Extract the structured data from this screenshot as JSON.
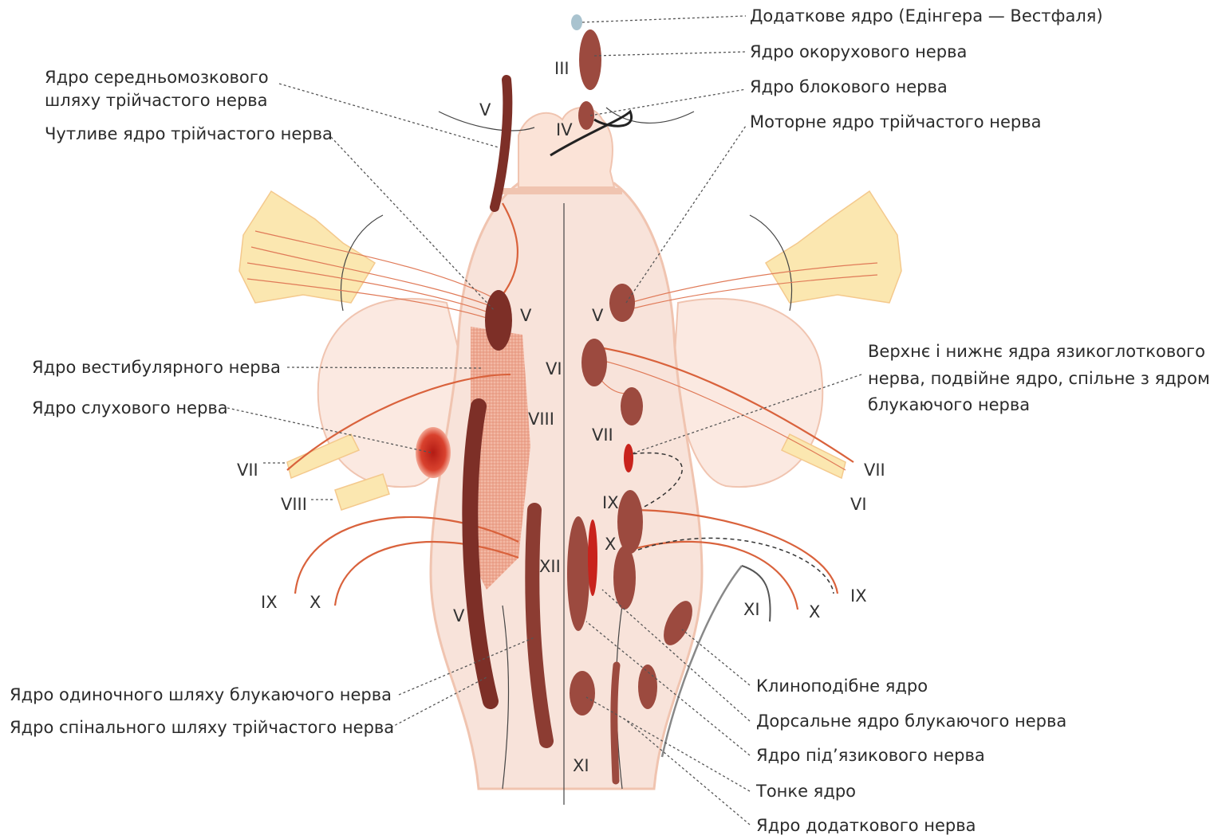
{
  "colors": {
    "brainstem_fill": "#f8e3da",
    "brainstem_edge": "#f0c4b0",
    "cerebellar_peduncle": "#fbe9e1",
    "nucleus": "#9c4a3f",
    "nucleus_dark": "#7d2f27",
    "nerve": "#d9623c",
    "nerve_root": "#fbe7b0",
    "accent_red": "#c8231c"
  },
  "labels": {
    "edinger_westphal": "Додаткове ядро (Едінгера — Вестфаля)",
    "oculomotor": "Ядро окорухового нерва",
    "trochlear": "Ядро блокового нерва",
    "trigeminal_motor": "Моторне ядро трійчастого нерва",
    "mesencephalic_line1": "Ядро середньомозкового",
    "mesencephalic_line2": "шляху трійчастого нерва",
    "trigeminal_sensory": "Чутливе ядро трійчастого нерва",
    "vestibular": "Ядро вестибулярного нерва",
    "cochlear": "Ядро слухового нерва",
    "glossopharyngeal_line1": "Верхнє і нижнє ядра язикоглоткового",
    "glossopharyngeal_line2": "нерва, подвійне ядро, спільне з ядром",
    "glossopharyngeal_line3": "блукаючого нерва",
    "solitary": "Ядро одиночного шляху блукаючого нерва",
    "spinal_trigeminal": "Ядро спінального шляху трійчастого нерва",
    "cuneate": "Клиноподібне ядро",
    "dorsal_vagal": "Дорсальне ядро блукаючого нерва",
    "hypoglossal": "Ядро під’язикового нерва",
    "gracile": "Тонке ядро",
    "accessory": "Ядро додаткового нерва"
  },
  "roman": {
    "iii": "III",
    "iv": "IV",
    "v_top": "V",
    "v_left": "V",
    "v_right": "V",
    "vi_mid": "VI",
    "viii_mid": "VIII",
    "vii_mid": "VII",
    "vii_left": "VII",
    "viii_left": "VIII",
    "vii_right": "VII",
    "vi_right": "VI",
    "ix_mid": "IX",
    "x_mid": "X",
    "xii_mid": "XII",
    "ix_left": "IX",
    "x_left": "X",
    "v_bottom": "V",
    "xi_right": "XI",
    "x_right": "X",
    "ix_right": "IX",
    "xi_bottom": "XI"
  }
}
